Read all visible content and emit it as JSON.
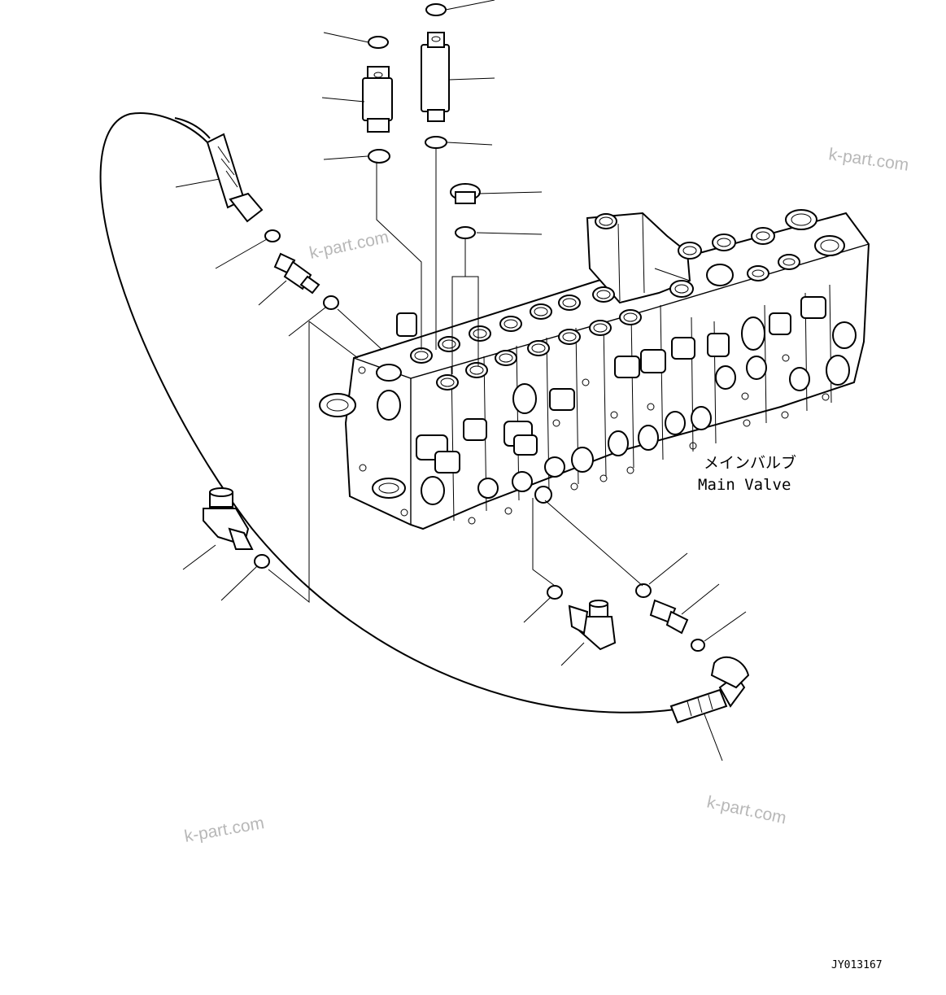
{
  "labels": {
    "main_valve_jp": "メインバルブ",
    "main_valve_en": "Main Valve",
    "drawing_code": "JY013167"
  },
  "watermarks": [
    "k-part.com",
    "k-part.com",
    "k-part.com",
    "k-part.com"
  ]
}
